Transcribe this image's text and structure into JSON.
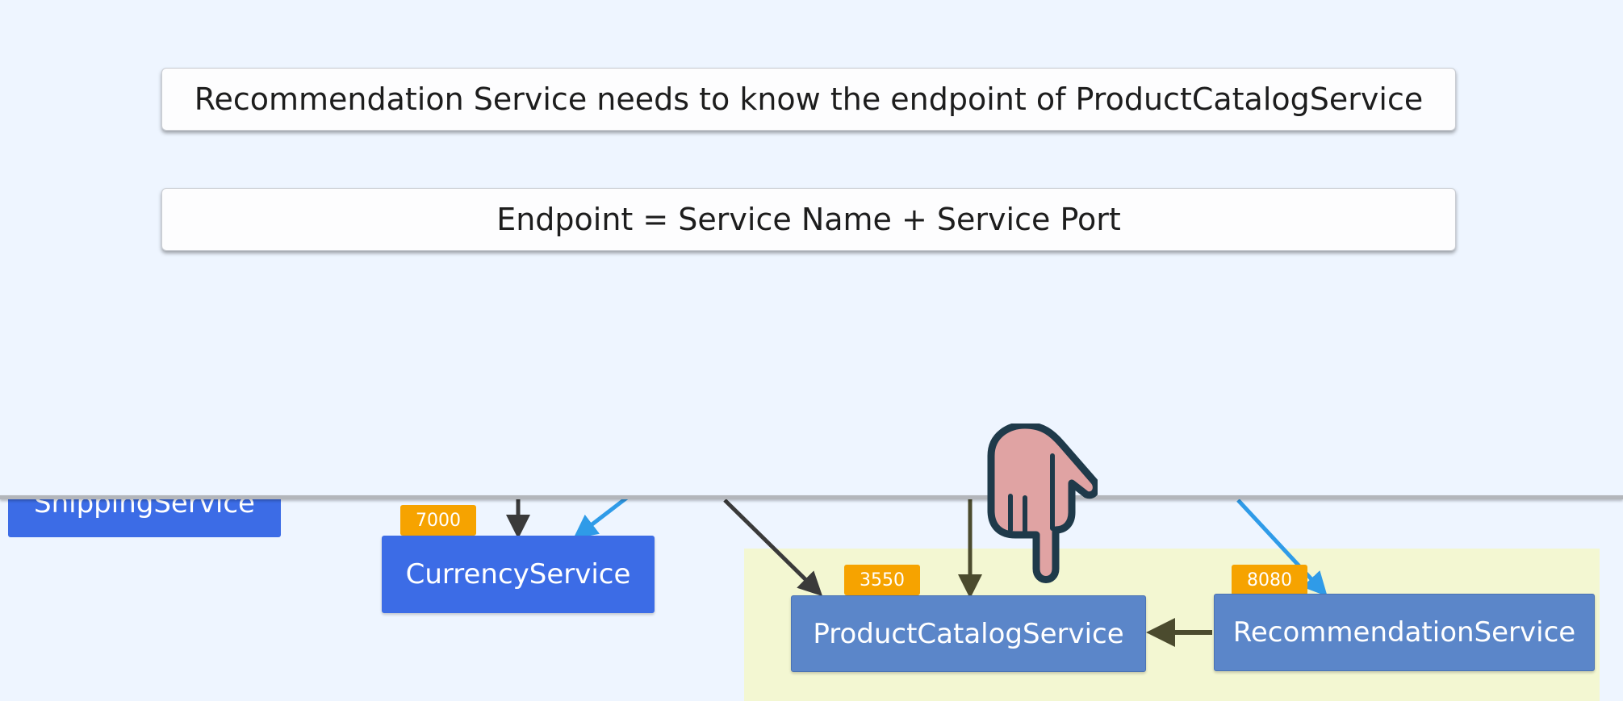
{
  "callouts": {
    "line1": "Recommendation Service needs to know the endpoint of ProductCatalogService",
    "line2": "Endpoint = Service Name + Service Port"
  },
  "services": {
    "shipping": {
      "label": "ShippingService"
    },
    "currency": {
      "label": "CurrencyService",
      "port": "7000"
    },
    "productcatalog": {
      "label": "ProductCatalogService",
      "port": "3550"
    },
    "recommendation": {
      "label": "RecommendationService",
      "port": "8080"
    }
  },
  "colors": {
    "service_blue": "#3c6ce6",
    "service_steel": "#5b86c9",
    "port_badge": "#f6a300",
    "highlight": "#f3f7d2",
    "arrow_dark": "#3a3a3a",
    "arrow_olive": "#4b4b2e",
    "arrow_light_blue": "#2f9be8",
    "hand_fill": "#e0a3a3",
    "hand_outline": "#1f3a4a"
  },
  "icons": {
    "pointer": "pointing-hand-icon"
  }
}
